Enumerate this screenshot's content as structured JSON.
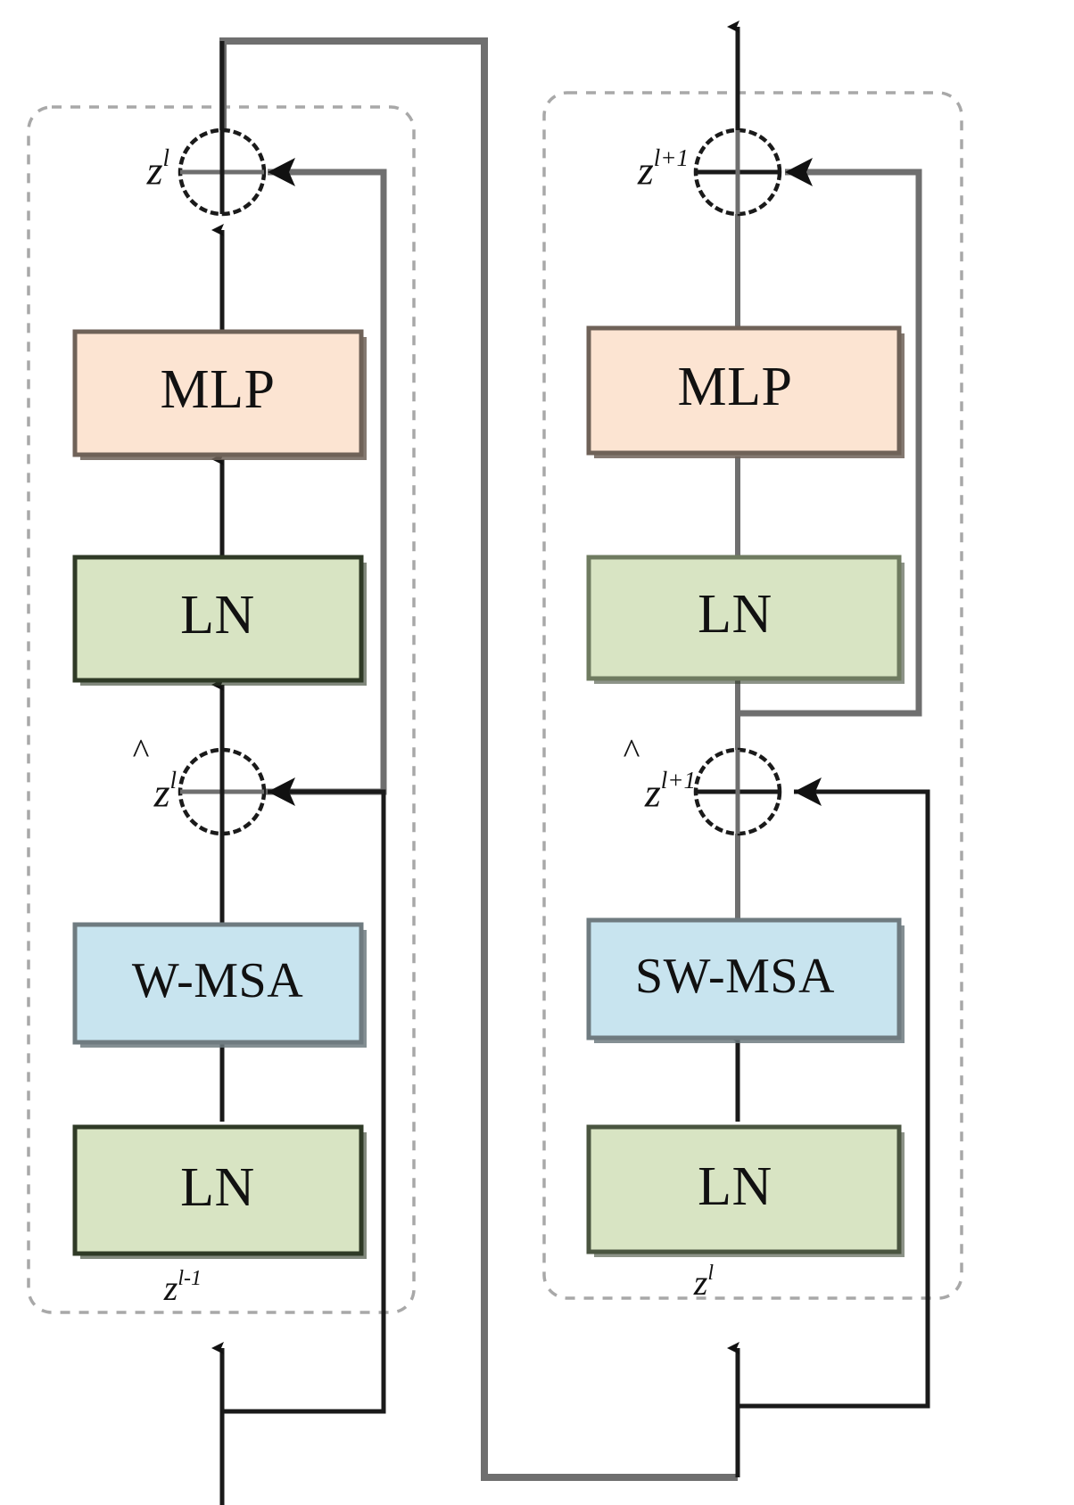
{
  "diagram": {
    "title": "Swin Transformer successive blocks",
    "type": "neural-network-block-diagram",
    "colors": {
      "mlp_fill": "#fce4d2",
      "mlp_stroke": "#6f6258",
      "ln_fill": "#d8e4c3",
      "ln_stroke": "#2f3a26",
      "msa_fill": "#c8e4ef",
      "msa_stroke": "#6f7b80",
      "line": "#1a1a1a",
      "shadow": "#6f6f6f",
      "dashed_border": "#a8a8a8",
      "background": "#ffffff"
    },
    "blocks": [
      {
        "id": "block-l",
        "name": "swin-block-l",
        "output_label": {
          "base": "z",
          "sup": "l"
        },
        "mid_label": {
          "base": "z",
          "sup": "l",
          "hat": true
        },
        "input_label": {
          "base": "z",
          "sup": "l-1"
        },
        "layers": [
          {
            "id": "mlp",
            "label": "MLP",
            "kind": "mlp"
          },
          {
            "id": "ln-top",
            "label": "LN",
            "kind": "ln"
          },
          {
            "id": "attn",
            "label": "W-MSA",
            "kind": "msa"
          },
          {
            "id": "ln-bottom",
            "label": "LN",
            "kind": "ln"
          }
        ]
      },
      {
        "id": "block-l1",
        "name": "swin-block-l-plus-1",
        "output_label": {
          "base": "z",
          "sup": "l+1"
        },
        "mid_label": {
          "base": "z",
          "sup": "l+1",
          "hat": true
        },
        "input_label": {
          "base": "z",
          "sup": "l"
        },
        "layers": [
          {
            "id": "mlp",
            "label": "MLP",
            "kind": "mlp"
          },
          {
            "id": "ln-top",
            "label": "LN",
            "kind": "ln"
          },
          {
            "id": "attn",
            "label": "SW-MSA",
            "kind": "msa"
          },
          {
            "id": "ln-bottom",
            "label": "LN",
            "kind": "ln"
          }
        ]
      }
    ],
    "operators": [
      {
        "id": "add-l-top",
        "symbol": "plus-in-circle",
        "name": "residual-add"
      },
      {
        "id": "add-l-mid",
        "symbol": "plus-in-circle",
        "name": "residual-add"
      },
      {
        "id": "add-l1-top",
        "symbol": "plus-in-circle",
        "name": "residual-add"
      },
      {
        "id": "add-l1-mid",
        "symbol": "plus-in-circle",
        "name": "residual-add"
      }
    ],
    "labels": {
      "mlp": "MLP",
      "ln": "LN",
      "w_msa": "W-MSA",
      "sw_msa": "SW-MSA",
      "z_l": "z",
      "z_l_sup": "l",
      "z_l1_sup": "l+1",
      "z_lm1_sup": "l-1"
    }
  }
}
